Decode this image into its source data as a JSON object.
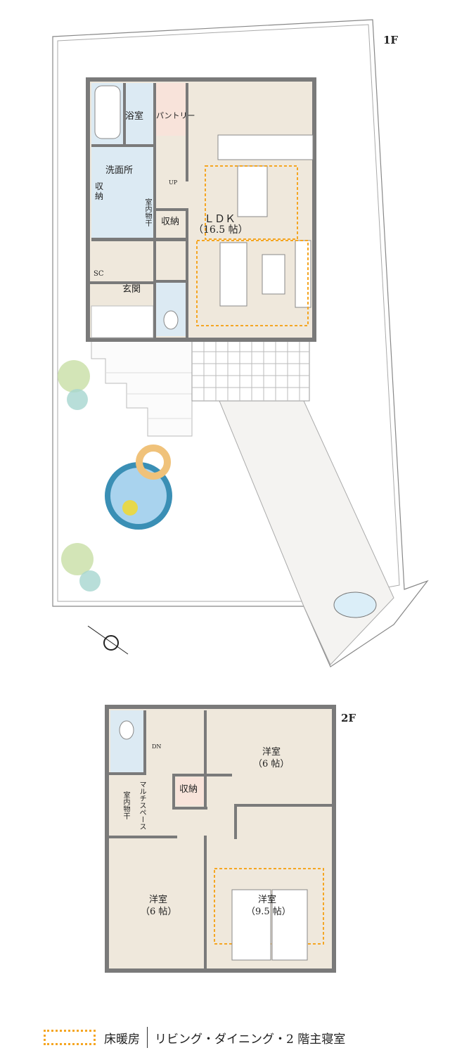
{
  "floor1": {
    "label": "1F",
    "rooms": {
      "bath": "浴室",
      "pantry": "パントリー",
      "washroom": "洗面所",
      "storage_wash": "収納",
      "indoor_dry": "室内物干",
      "storage": "収納",
      "ldk": "ＬＤＫ",
      "ldk_size": "（16.5 帖）",
      "sc": "SC",
      "entrance": "玄関",
      "up": "UP"
    }
  },
  "floor2": {
    "label": "2F",
    "rooms": {
      "dn": "DN",
      "storage": "収納",
      "multi_space": "マルチスペース",
      "indoor_dry": "室内物干",
      "room_a": "洋室",
      "room_a_size": "（6 帖）",
      "room_b": "洋室",
      "room_b_size": "（6 帖）",
      "master": "洋室",
      "master_size": "（9.5 帖）"
    }
  },
  "legend": {
    "label": "床暖房",
    "description": "リビング・ダイニング・2 階主寝室"
  },
  "colors": {
    "wall": "#7a7a7a",
    "floor": "#efe8dc",
    "heating": "#f5a623",
    "water": "#dceaf3",
    "pool": "#3a8fb5"
  }
}
